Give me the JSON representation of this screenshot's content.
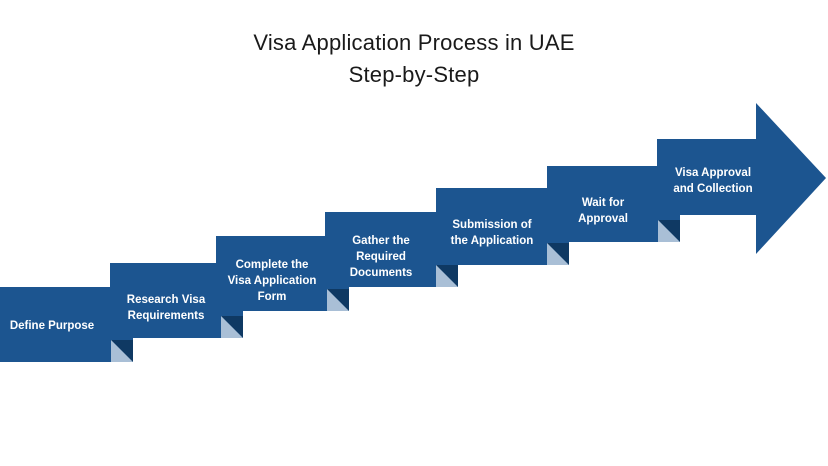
{
  "title": {
    "line1": "Visa Application Process in UAE",
    "line2": "Step-by-Step"
  },
  "colors": {
    "step_fill": "#1c5590",
    "fold_light": "#a9bfd6",
    "fold_dark": "#0f3963",
    "text": "#ffffff",
    "title": "#1a1a1a"
  },
  "steps": [
    {
      "lines": [
        "Define Purpose"
      ]
    },
    {
      "lines": [
        "Research Visa",
        "Requirements"
      ]
    },
    {
      "lines": [
        "Complete the",
        "Visa Application",
        "Form"
      ]
    },
    {
      "lines": [
        "Gather the",
        "Required",
        "Documents"
      ]
    },
    {
      "lines": [
        "Submission of",
        "the Application"
      ]
    },
    {
      "lines": [
        "Wait for",
        "Approval"
      ]
    },
    {
      "lines": [
        "Visa Approval",
        "and Collection"
      ]
    }
  ]
}
